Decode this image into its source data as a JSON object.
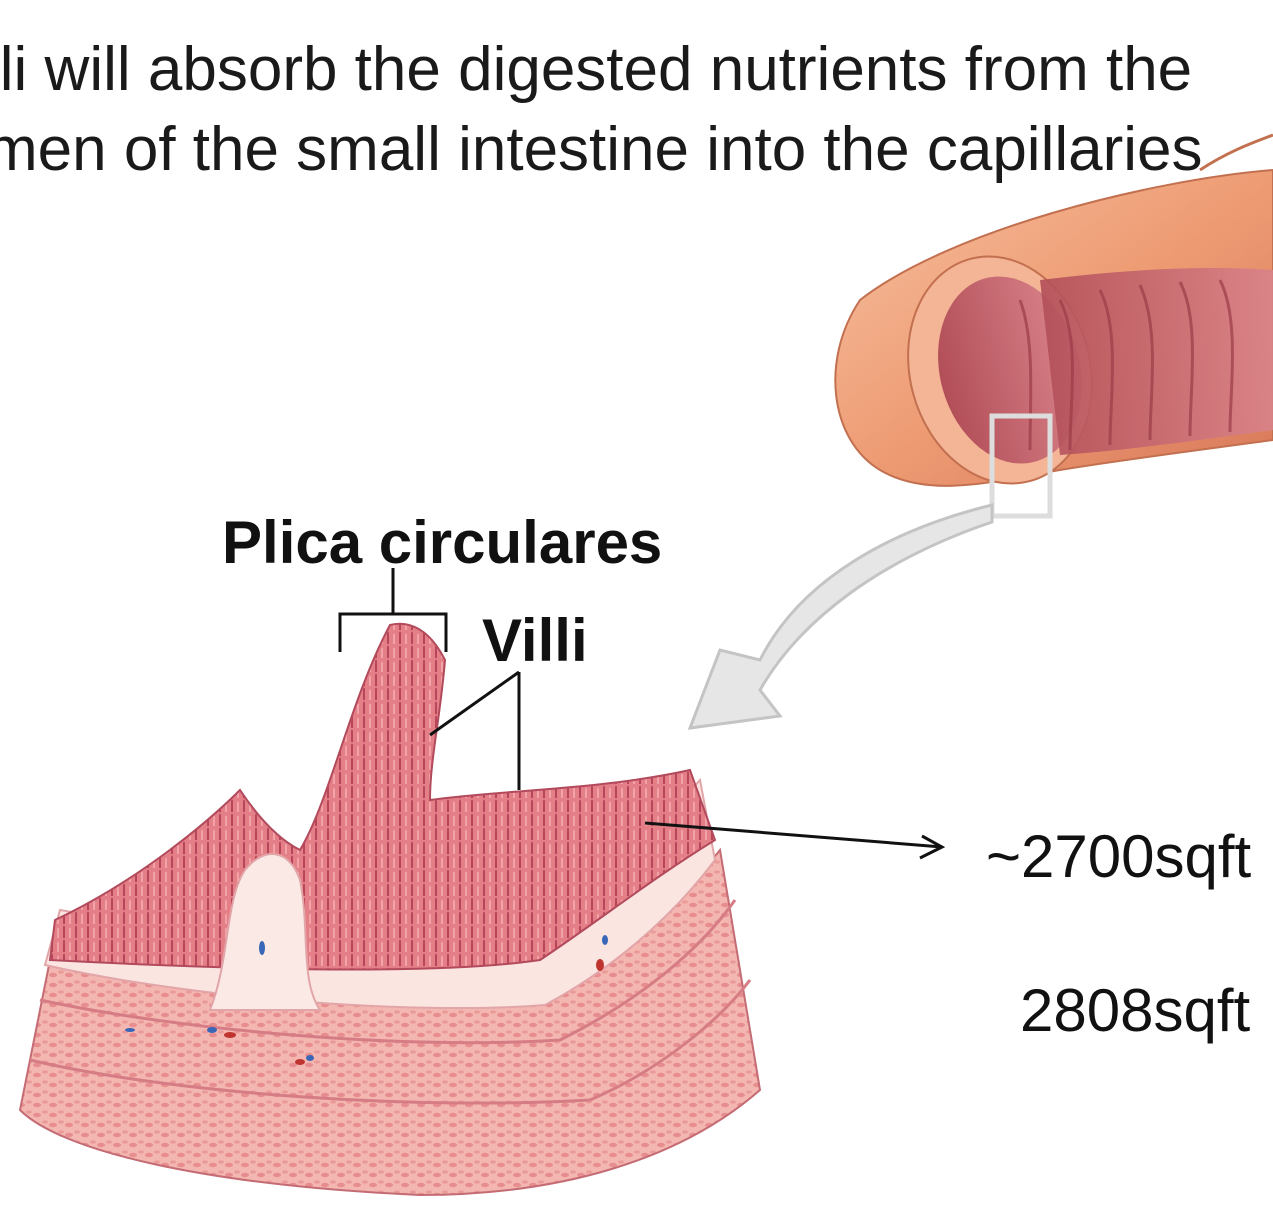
{
  "caption": {
    "line1": "lli will absorb the digested nutrients from the",
    "line2": "men of the small intestine into the capillaries"
  },
  "labels": {
    "plica": "Plica circulares",
    "villi": "Villi",
    "area1": "~2700sqft",
    "area2": "2808sqft"
  },
  "colors": {
    "tissue": "#e98a8f",
    "tissue_dark": "#c85a66",
    "muscle": "#f2b2ad",
    "submucosa": "#fbe6e2",
    "intestine_outer": "#f0a57c",
    "intestine_inner": "#c8656b",
    "arrow_fill": "#e0e0e0"
  }
}
